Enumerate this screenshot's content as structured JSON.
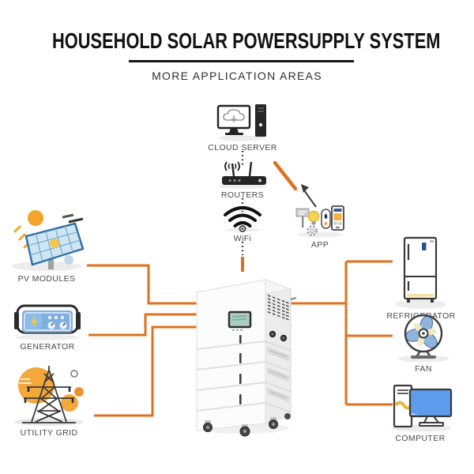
{
  "header": {
    "title": "HOUSEHOLD SOLAR POWERSUPPLY SYSTEM",
    "subtitle": "MORE APPLICATION AREAS"
  },
  "nodes": {
    "cloud_server": {
      "label": "CLOUD SERVER"
    },
    "routers": {
      "label": "ROUTERS"
    },
    "wifi": {
      "label": "WiFi"
    },
    "app": {
      "label": "APP"
    },
    "pv_modules": {
      "label": "PV MODULES"
    },
    "generator": {
      "label": "GENERATOR"
    },
    "utility_grid": {
      "label": "UTILITY GRID"
    },
    "refrigerator": {
      "label": "REFRIGERATOR"
    },
    "fan": {
      "label": "FAN"
    },
    "computer": {
      "label": "COMPUTER"
    }
  },
  "colors": {
    "connector_orange": "#E0711C",
    "dotted_line_black": "#1D1D1D",
    "title_black": "#121212",
    "label_gray": "#4A4A4A",
    "sun_orange": "#F4A428",
    "solar_panel_blue": "#CFE6F2",
    "generator_blue": "#7FAFDF",
    "fan_blade_blue": "#8FB4DC",
    "monitor_blue": "#5D9CEC",
    "lcd_green": "#A9CCC3"
  }
}
